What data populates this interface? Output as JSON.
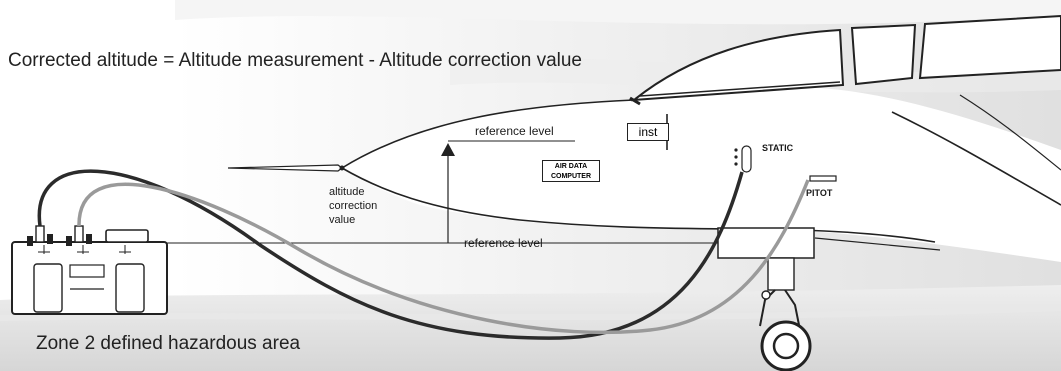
{
  "formula": "Corrected altitude = Altitude measurement - Altitude correction value",
  "zone_label": "Zone 2 defined hazardous area",
  "labels": {
    "reference_level_upper": "reference level",
    "reference_level_lower": "reference level",
    "altitude_correction_value": "altitude correction value",
    "inst": "inst",
    "air_data_computer_line1": "AIR DATA",
    "air_data_computer_line2": "COMPUTER",
    "static": "STATIC",
    "pitot": "PITOT"
  },
  "colors": {
    "static_hose": "#2b2b2b",
    "pitot_hose": "#9a9a9a",
    "outline": "#222222",
    "background_shade": "#dcdcdc"
  }
}
